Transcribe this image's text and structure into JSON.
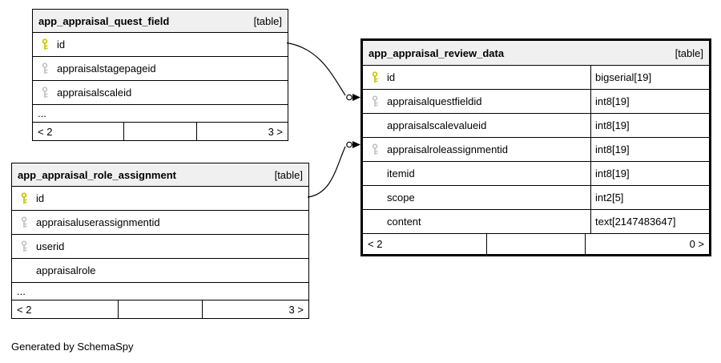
{
  "page": {
    "credit": "Generated by SchemaSpy"
  },
  "tables": {
    "quest_field": {
      "title": "app_appraisal_quest_field",
      "badge": "[table]",
      "columns": [
        {
          "name": "id",
          "key": "primary"
        },
        {
          "name": "appraisalstagepageid",
          "key": "foreign"
        },
        {
          "name": "appraisalscaleid",
          "key": "foreign"
        }
      ],
      "ellipsis": "...",
      "pager": {
        "prev": "< 2",
        "next": "3 >"
      }
    },
    "role_assignment": {
      "title": "app_appraisal_role_assignment",
      "badge": "[table]",
      "columns": [
        {
          "name": "id",
          "key": "primary"
        },
        {
          "name": "appraisaluserassignmentid",
          "key": "foreign"
        },
        {
          "name": "userid",
          "key": "foreign"
        },
        {
          "name": "appraisalrole",
          "key": "none"
        }
      ],
      "ellipsis": "...",
      "pager": {
        "prev": "< 2",
        "next": "3 >"
      }
    },
    "review_data": {
      "title": "app_appraisal_review_data",
      "badge": "[table]",
      "columns": [
        {
          "name": "id",
          "type": "bigserial[19]",
          "key": "primary"
        },
        {
          "name": "appraisalquestfieldid",
          "type": "int8[19]",
          "key": "foreign"
        },
        {
          "name": "appraisalscalevalueid",
          "type": "int8[19]",
          "key": "none"
        },
        {
          "name": "appraisalroleassignmentid",
          "type": "int8[19]",
          "key": "foreign"
        },
        {
          "name": "itemid",
          "type": "int8[19]",
          "key": "none"
        },
        {
          "name": "scope",
          "type": "int2[5]",
          "key": "none"
        },
        {
          "name": "content",
          "type": "text[2147483647]",
          "key": "none"
        }
      ],
      "pager": {
        "prev": "< 2",
        "next": "0 >"
      }
    }
  },
  "colors": {
    "primary_key_icon": "#c9c400",
    "foreign_key_icon": "#c3c3c3",
    "header_bg": "#f0f0f0"
  }
}
